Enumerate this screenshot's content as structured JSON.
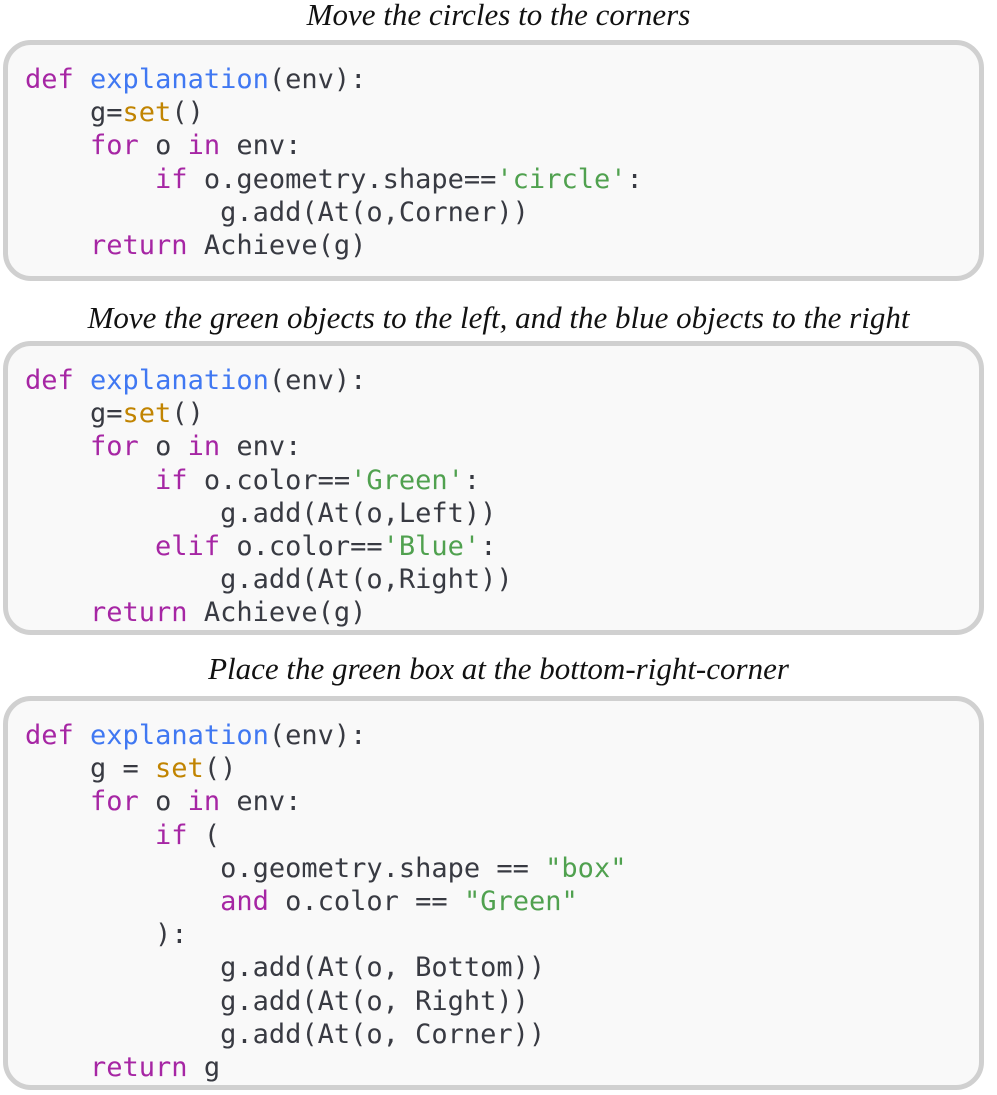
{
  "examples": [
    {
      "caption": "Move the circles to the corners",
      "lines": [
        [
          [
            "kw",
            "def"
          ],
          [
            "txt",
            " "
          ],
          [
            "fn",
            "explanation"
          ],
          [
            "txt",
            "(env):"
          ]
        ],
        [
          [
            "txt",
            "    g="
          ],
          [
            "bi",
            "set"
          ],
          [
            "txt",
            "()"
          ]
        ],
        [
          [
            "txt",
            "    "
          ],
          [
            "kw",
            "for"
          ],
          [
            "txt",
            " o "
          ],
          [
            "kw",
            "in"
          ],
          [
            "txt",
            " env:"
          ]
        ],
        [
          [
            "txt",
            "        "
          ],
          [
            "kw",
            "if"
          ],
          [
            "txt",
            " o.geometry.shape=="
          ],
          [
            "str",
            "'circle'"
          ],
          [
            "txt",
            ":"
          ]
        ],
        [
          [
            "txt",
            "            g.add(At(o,Corner))"
          ]
        ],
        [
          [
            "txt",
            "    "
          ],
          [
            "kw",
            "return"
          ],
          [
            "txt",
            " Achieve(g)"
          ]
        ]
      ]
    },
    {
      "caption": "Move the green objects to the left, and the blue objects to the right",
      "lines": [
        [
          [
            "kw",
            "def"
          ],
          [
            "txt",
            " "
          ],
          [
            "fn",
            "explanation"
          ],
          [
            "txt",
            "(env):"
          ]
        ],
        [
          [
            "txt",
            "    g="
          ],
          [
            "bi",
            "set"
          ],
          [
            "txt",
            "()"
          ]
        ],
        [
          [
            "txt",
            "    "
          ],
          [
            "kw",
            "for"
          ],
          [
            "txt",
            " o "
          ],
          [
            "kw",
            "in"
          ],
          [
            "txt",
            " env:"
          ]
        ],
        [
          [
            "txt",
            "        "
          ],
          [
            "kw",
            "if"
          ],
          [
            "txt",
            " o.color=="
          ],
          [
            "str",
            "'Green'"
          ],
          [
            "txt",
            ":"
          ]
        ],
        [
          [
            "txt",
            "            g.add(At(o,Left))"
          ]
        ],
        [
          [
            "txt",
            "        "
          ],
          [
            "kw",
            "elif"
          ],
          [
            "txt",
            " o.color=="
          ],
          [
            "str",
            "'Blue'"
          ],
          [
            "txt",
            ":"
          ]
        ],
        [
          [
            "txt",
            "            g.add(At(o,Right))"
          ]
        ],
        [
          [
            "txt",
            "    "
          ],
          [
            "kw",
            "return"
          ],
          [
            "txt",
            " Achieve(g)"
          ]
        ]
      ]
    },
    {
      "caption": "Place the green box at the bottom-right-corner",
      "lines": [
        [
          [
            "kw",
            "def"
          ],
          [
            "txt",
            " "
          ],
          [
            "fn",
            "explanation"
          ],
          [
            "txt",
            "(env):"
          ]
        ],
        [
          [
            "txt",
            "    g = "
          ],
          [
            "bi",
            "set"
          ],
          [
            "txt",
            "()"
          ]
        ],
        [
          [
            "txt",
            "    "
          ],
          [
            "kw",
            "for"
          ],
          [
            "txt",
            " o "
          ],
          [
            "kw",
            "in"
          ],
          [
            "txt",
            " env:"
          ]
        ],
        [
          [
            "txt",
            "        "
          ],
          [
            "kw",
            "if"
          ],
          [
            "txt",
            " ("
          ]
        ],
        [
          [
            "txt",
            "            o.geometry.shape == "
          ],
          [
            "str",
            "\"box\""
          ]
        ],
        [
          [
            "txt",
            "            "
          ],
          [
            "kw",
            "and"
          ],
          [
            "txt",
            " o.color == "
          ],
          [
            "str",
            "\"Green\""
          ]
        ],
        [
          [
            "txt",
            "        ):"
          ]
        ],
        [
          [
            "txt",
            "            g.add(At(o, Bottom))"
          ]
        ],
        [
          [
            "txt",
            "            g.add(At(o, Right))"
          ]
        ],
        [
          [
            "txt",
            "            g.add(At(o, Corner))"
          ]
        ],
        [
          [
            "txt",
            "    "
          ],
          [
            "kw",
            "return"
          ],
          [
            "txt",
            " g"
          ]
        ]
      ]
    }
  ],
  "colors": {
    "keyword": "#a626a4",
    "function": "#4078f2",
    "builtin": "#c18401",
    "string": "#50a14f",
    "text": "#383a42",
    "box_border": "#d0d0d0",
    "box_background": "#f9f9f9"
  }
}
